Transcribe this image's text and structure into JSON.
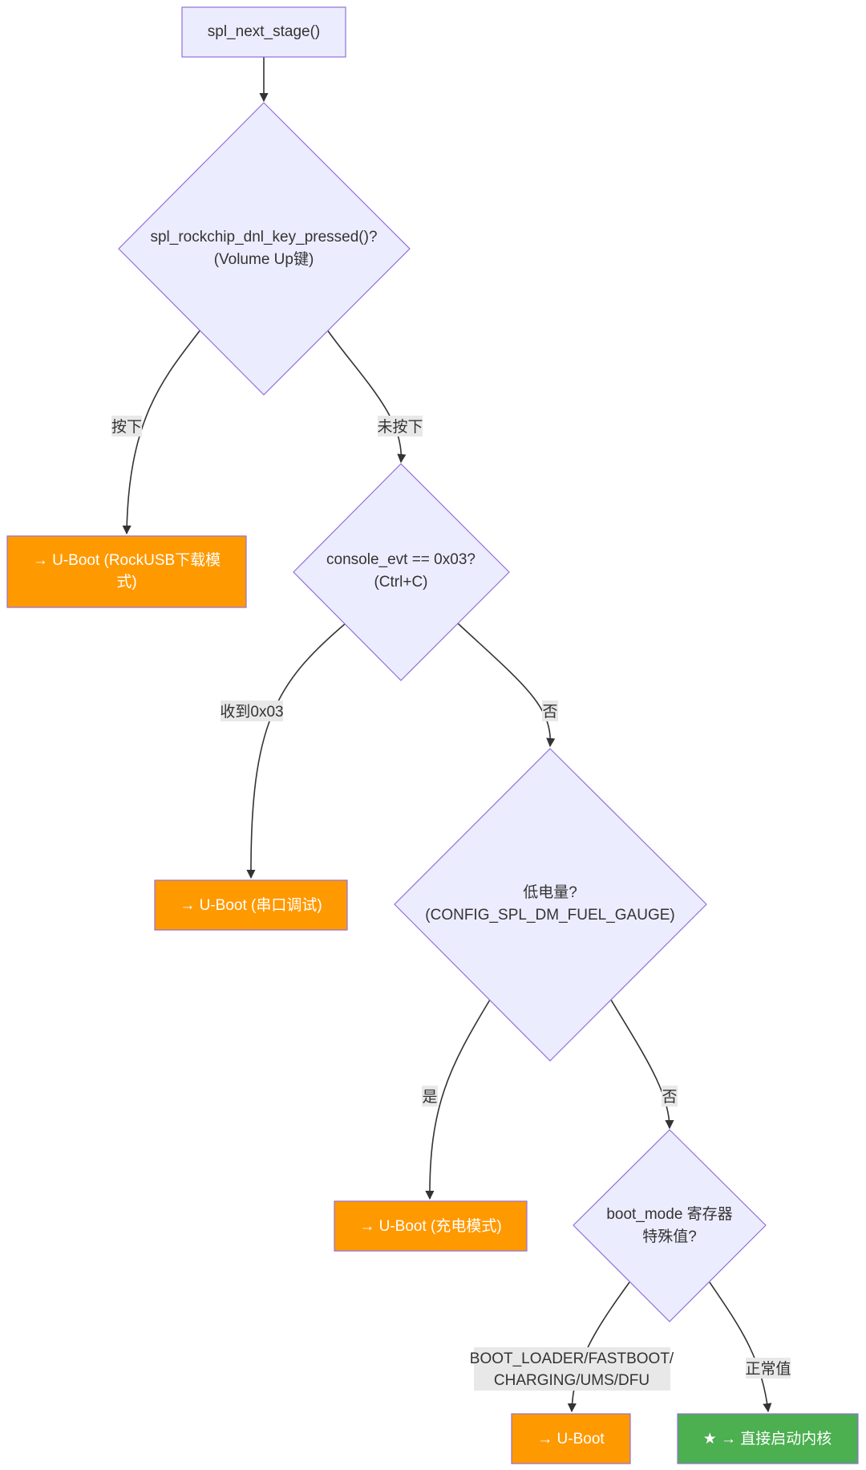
{
  "colors": {
    "process_fill": "#ECECFF",
    "decision_fill": "#ECECFF",
    "node_stroke": "#9370DB",
    "orange_fill": "#FF9900",
    "green_fill": "#4CAF50",
    "edge_stroke": "#333333",
    "label_bg": "#E8E8E8"
  },
  "nodes": {
    "start": {
      "line1": "spl_next_stage()"
    },
    "key_check": {
      "line1": "spl_rockchip_dnl_key_pressed()?",
      "line2": "(Volume Up键)"
    },
    "rockusb": {
      "line1": "→ U-Boot (RockUSB下载模",
      "line2": "式)"
    },
    "console_check": {
      "line1": "console_evt == 0x03?",
      "line2": "(Ctrl+C)"
    },
    "serial_debug": {
      "line1": "→ U-Boot (串口调试)"
    },
    "low_power_check": {
      "line1": "低电量?",
      "line2": "(CONFIG_SPL_DM_FUEL_GAUGE)"
    },
    "charging": {
      "line1": "→ U-Boot (充电模式)"
    },
    "boot_mode_check": {
      "line1": "boot_mode 寄存器",
      "line2": "特殊值?"
    },
    "uboot": {
      "line1": "→ U-Boot"
    },
    "kernel": {
      "line1": "★ → 直接启动内核"
    }
  },
  "edges": {
    "pressed": "按下",
    "not_pressed": "未按下",
    "got_0x03": "收到0x03",
    "no_console": "否",
    "yes_low": "是",
    "no_low": "否",
    "special_line1": "BOOT_LOADER/FASTBOOT/",
    "special_line2": "CHARGING/UMS/DFU",
    "normal": "正常值"
  }
}
